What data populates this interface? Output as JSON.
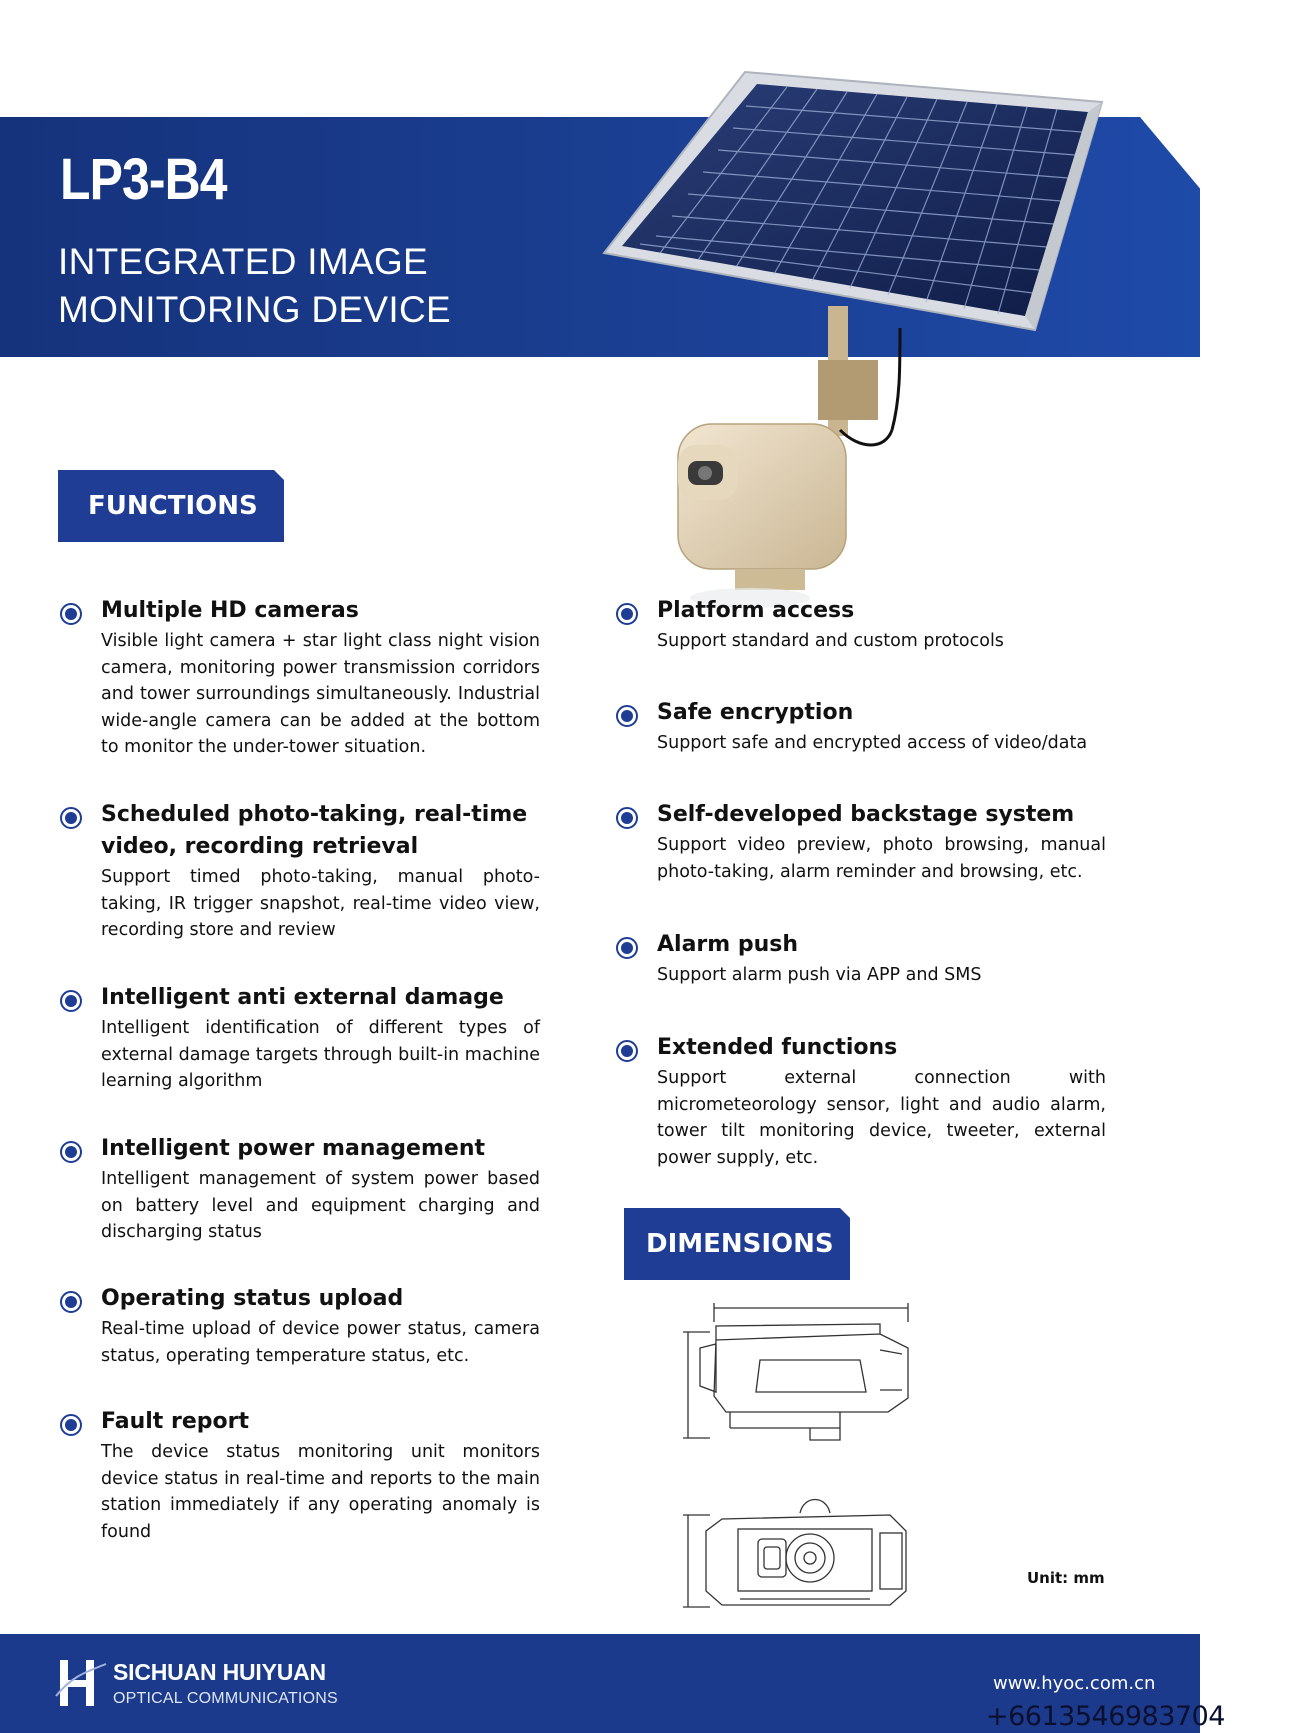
{
  "header": {
    "model": "LP3-B4",
    "subtitle_line1": "INTEGRATED IMAGE",
    "subtitle_line2": "MONITORING DEVICE"
  },
  "functions_heading": "FUNCTIONS",
  "dimensions_heading": "DIMENSIONS",
  "left_features": [
    {
      "title": "Multiple HD cameras",
      "desc": "Visible light camera + star light class night vision camera, monitoring power transmission corridors and tower surroundings simultaneously. Industrial wide-angle camera can be added at the bottom to monitor the under-tower situation."
    },
    {
      "title": "Scheduled photo-taking, real-time video, recording retrieval",
      "desc": "Support timed photo-taking, manual photo-taking, IR trigger snapshot, real-time video view, recording store and review"
    },
    {
      "title": "Intelligent anti external damage",
      "desc": "Intelligent identification of different types of external damage targets through built-in machine learning algorithm"
    },
    {
      "title": "Intelligent power management",
      "desc": "Intelligent management of system power based on battery level and equipment charging and discharging status"
    },
    {
      "title": "Operating status upload",
      "desc": "Real-time upload of device power status, camera status, operating temperature status, etc."
    },
    {
      "title": "Fault report",
      "desc": "The device status monitoring unit monitors device status in real-time and reports to the main station immediately if any operating anomaly is found"
    }
  ],
  "right_features": [
    {
      "title": "Platform access",
      "desc": "Support standard and custom protocols"
    },
    {
      "title": "Safe encryption",
      "desc": "Support safe and encrypted access of video/data"
    },
    {
      "title": "Self-developed backstage system",
      "desc": "Support video preview, photo browsing, manual photo-taking, alarm reminder and browsing, etc."
    },
    {
      "title": "Alarm push",
      "desc": "Support alarm push via APP and SMS"
    },
    {
      "title": "Extended functions",
      "desc": "Support external connection with micrometeorology sensor, light and audio alarm, tower tilt monitoring device, tweeter, external power supply, etc."
    }
  ],
  "unit_label": "Unit: mm",
  "footer": {
    "company_line1": "SICHUAN HUIYUAN",
    "company_line2": "OPTICAL COMMUNICATIONS",
    "website": "www.hyoc.com.cn",
    "phone": "+6613546983704"
  },
  "colors": {
    "brand_blue": "#1f3d95",
    "header_blue": "#1a3d8e",
    "footer_blue": "#1c3a8c"
  }
}
